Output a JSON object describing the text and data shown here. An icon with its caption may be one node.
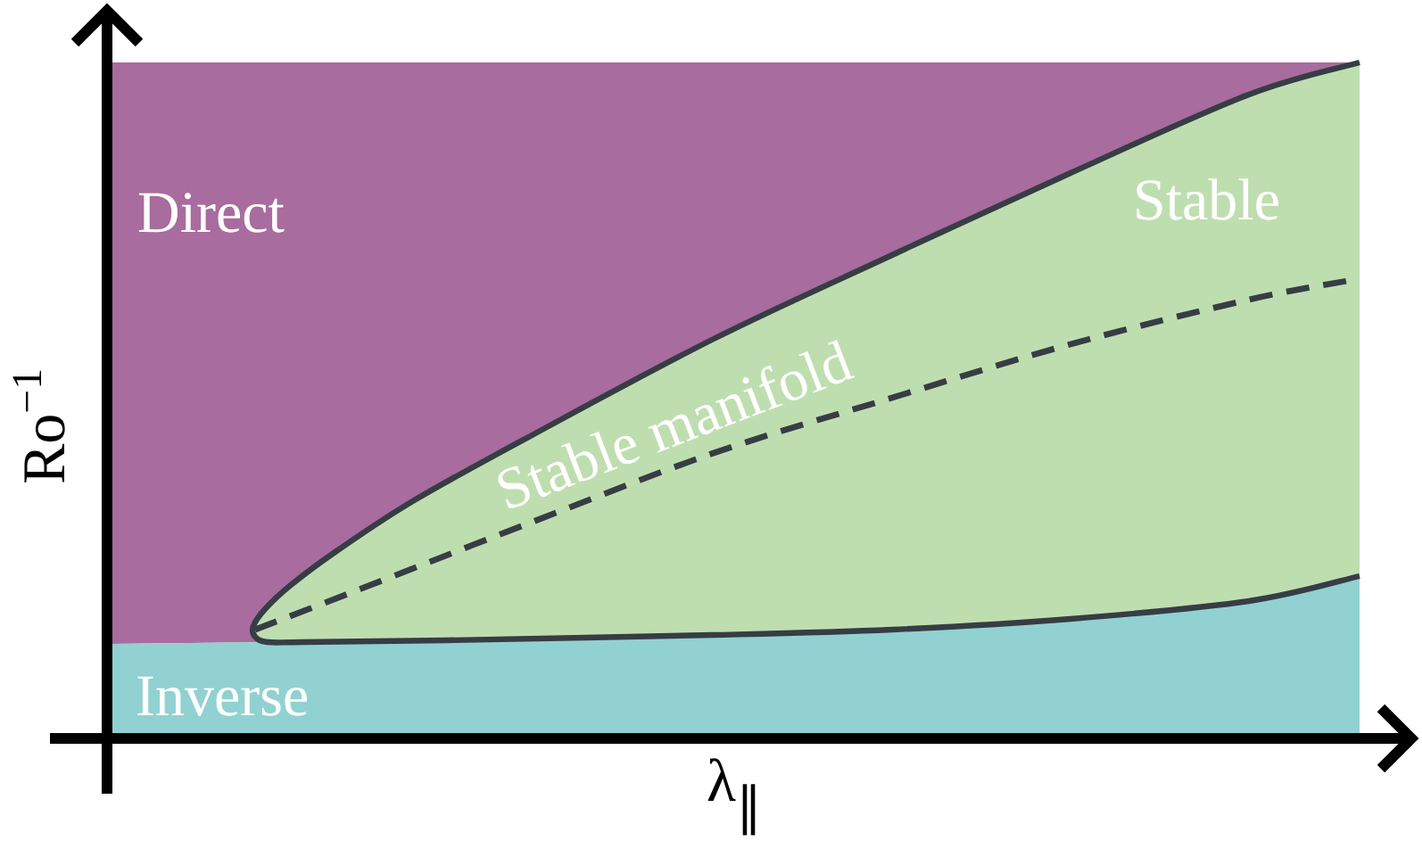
{
  "diagram": {
    "nodes": [
      {
        "text": [
          "Direct"
        ]
      },
      {
        "text": [
          "Stable"
        ]
      },
      {
        "text": [
          "Inverse"
        ]
      }
    ],
    "labels": [
      "Ro$^{−1}$",
      "Stable manifold",
      "λ$_{∥}$"
    ]
  }
}
